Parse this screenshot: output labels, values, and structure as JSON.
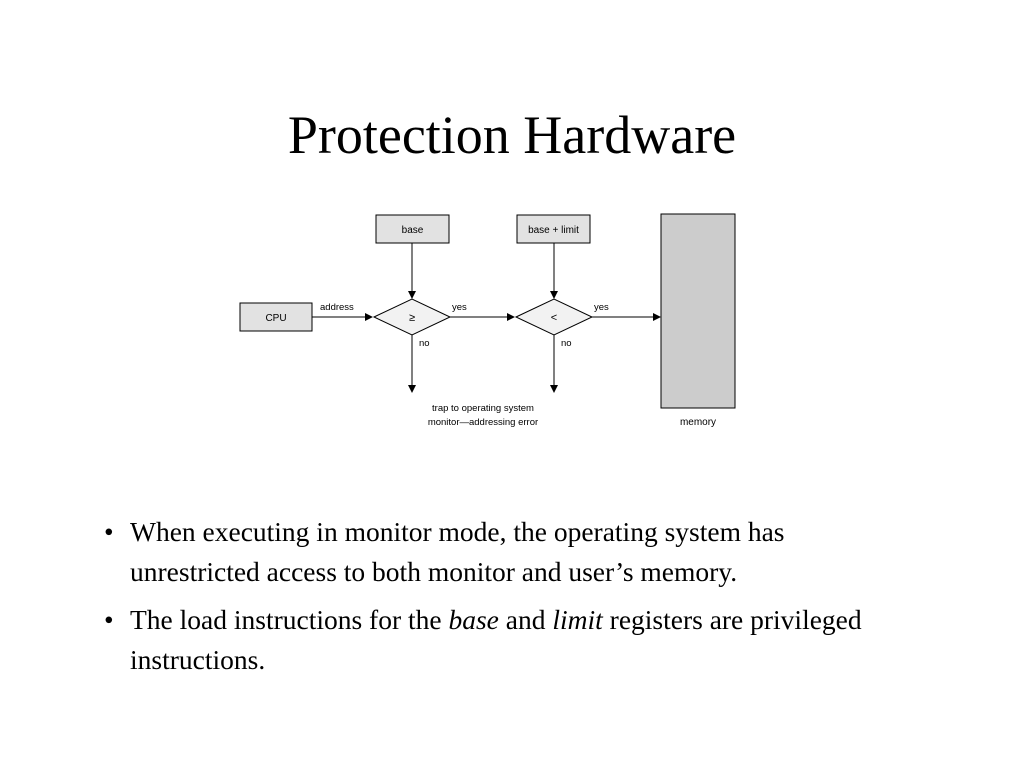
{
  "slide": {
    "title": "Protection Hardware"
  },
  "diagram": {
    "boxes": {
      "base": "base",
      "base_limit": "base + limit",
      "cpu": "CPU",
      "memory_label": "memory"
    },
    "decisions": {
      "first": "≥",
      "second": "<"
    },
    "labels": {
      "address": "address",
      "yes_1": "yes",
      "yes_2": "yes",
      "no_1": "no",
      "no_2": "no",
      "trap_line_1": "trap to operating system",
      "trap_line_2": "monitor—addressing error"
    },
    "colors": {
      "box_fill": "#e2e2e2",
      "memory_fill": "#cccccc",
      "diamond_fill": "#f2f2f2",
      "stroke": "#000000"
    }
  },
  "bullets": {
    "b1": {
      "bullet": "•",
      "text": "When executing in monitor mode, the operating system has unrestricted access to both monitor and user’s memory."
    },
    "b2": {
      "bullet": "•",
      "prefix": "The load instructions for the ",
      "em1": "base",
      "mid": " and ",
      "em2": "limit",
      "suffix": " registers are privileged instructions."
    }
  }
}
